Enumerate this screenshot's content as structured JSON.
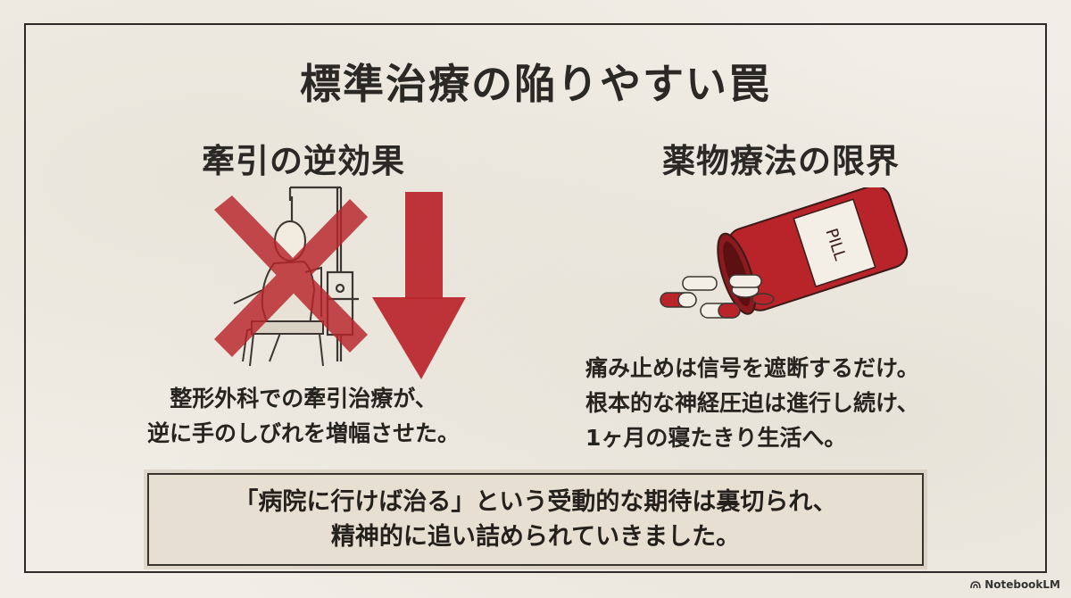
{
  "title": "標準治療の陥りやすい罠",
  "left": {
    "heading": "牽引の逆効果",
    "lines": [
      "整形外科での牽引治療が、",
      "逆に手のしびれを増幅させた。"
    ]
  },
  "right": {
    "heading": "薬物療法の限界",
    "lines": [
      "痛み止めは信号を遮断するだけ。",
      "根本的な神経圧迫は進行し続け、",
      "1ヶ月の寝たきり生活へ。"
    ],
    "bottle_label": "PILL"
  },
  "callout": {
    "lines": [
      "「病院に行けば治る」という受動的な期待は裏切られ、",
      "精神的に追い詰められていきました。"
    ]
  },
  "brand": "NotebookLM",
  "colors": {
    "accent_red": "#b8242a",
    "ink": "#2b2926",
    "paper": "#f1eee7"
  }
}
